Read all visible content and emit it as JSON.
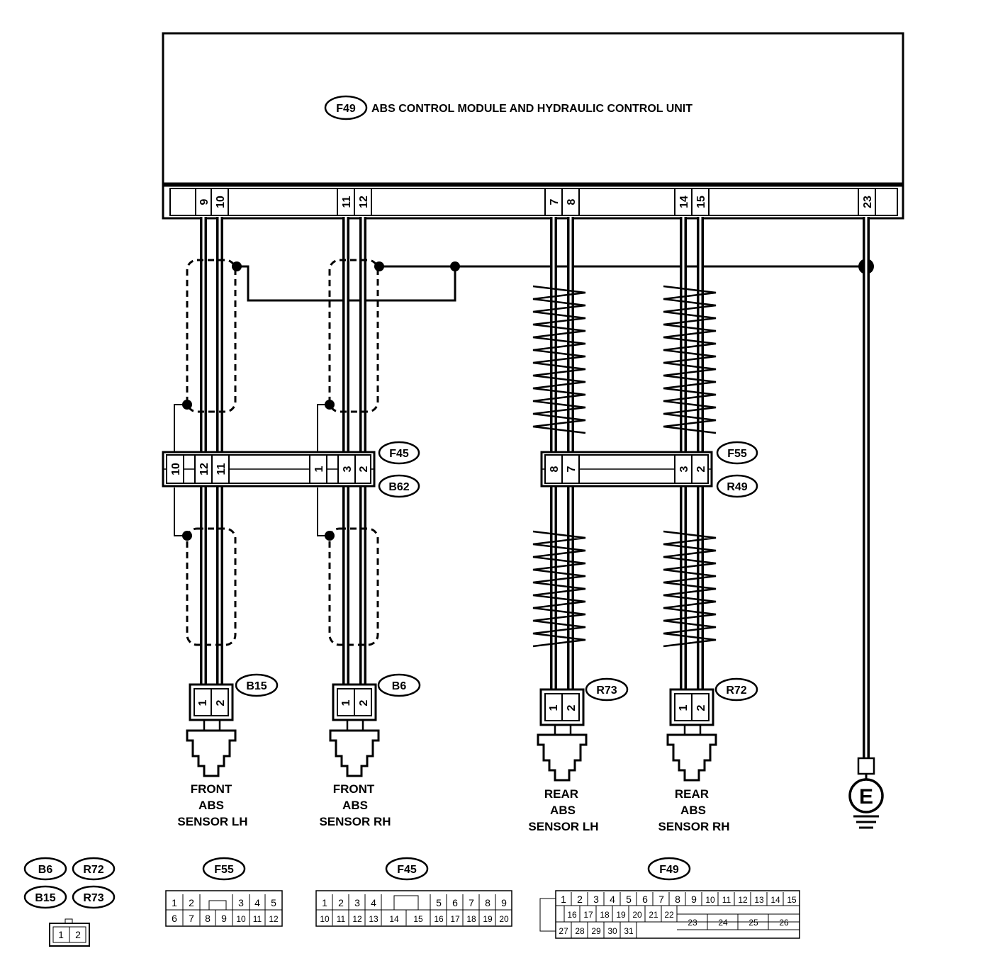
{
  "module": {
    "code": "F49",
    "title": "ABS CONTROL MODULE AND HYDRAULIC  CONTROL UNIT",
    "pins": [
      "9",
      "10",
      "11",
      "12",
      "7",
      "8",
      "14",
      "15",
      "23"
    ]
  },
  "connectors": {
    "front": {
      "code_top": "F45",
      "code_bottom": "B62",
      "pins": [
        "10",
        "12",
        "11",
        "1",
        "3",
        "2"
      ]
    },
    "rear": {
      "code_top": "F55",
      "code_bottom": "R49",
      "pins": [
        "8",
        "7",
        "3",
        "2"
      ]
    }
  },
  "sensors": [
    {
      "code": "B15",
      "pin1": "1",
      "pin2": "2",
      "label": [
        "FRONT",
        "ABS",
        "SENSOR LH"
      ]
    },
    {
      "code": "B6",
      "pin1": "1",
      "pin2": "2",
      "label": [
        "FRONT",
        "ABS",
        "SENSOR RH"
      ]
    },
    {
      "code": "R73",
      "pin1": "1",
      "pin2": "2",
      "label": [
        "REAR",
        "ABS",
        "SENSOR LH"
      ]
    },
    {
      "code": "R72",
      "pin1": "1",
      "pin2": "2",
      "label": [
        "REAR",
        "ABS",
        "SENSOR RH"
      ]
    }
  ],
  "ground": {
    "symbol": "E"
  },
  "legend": {
    "small_group": {
      "codes": [
        "B6",
        "R72",
        "B15",
        "R73"
      ],
      "pins": [
        "1",
        "2"
      ]
    },
    "f55": {
      "code": "F55",
      "row1": [
        "1",
        "2",
        "",
        "3",
        "4",
        "5"
      ],
      "row2": [
        "6",
        "7",
        "8",
        "9",
        "10",
        "11",
        "12"
      ]
    },
    "f45": {
      "code": "F45",
      "row1": [
        "1",
        "2",
        "3",
        "4",
        "",
        "5",
        "6",
        "7",
        "8",
        "9"
      ],
      "row2": [
        "10",
        "11",
        "12",
        "13",
        "14",
        "15",
        "16",
        "17",
        "18",
        "19",
        "20"
      ]
    },
    "f49": {
      "code": "F49",
      "row1": [
        "1",
        "2",
        "3",
        "4",
        "5",
        "6",
        "7",
        "8",
        "9",
        "10",
        "11",
        "12",
        "13",
        "14",
        "15"
      ],
      "row2": [
        "16",
        "17",
        "18",
        "19",
        "20",
        "21",
        "22"
      ],
      "row2_right": [
        "23",
        "24",
        "25",
        "26"
      ],
      "row3": [
        "27",
        "28",
        "29",
        "30",
        "31"
      ]
    }
  }
}
